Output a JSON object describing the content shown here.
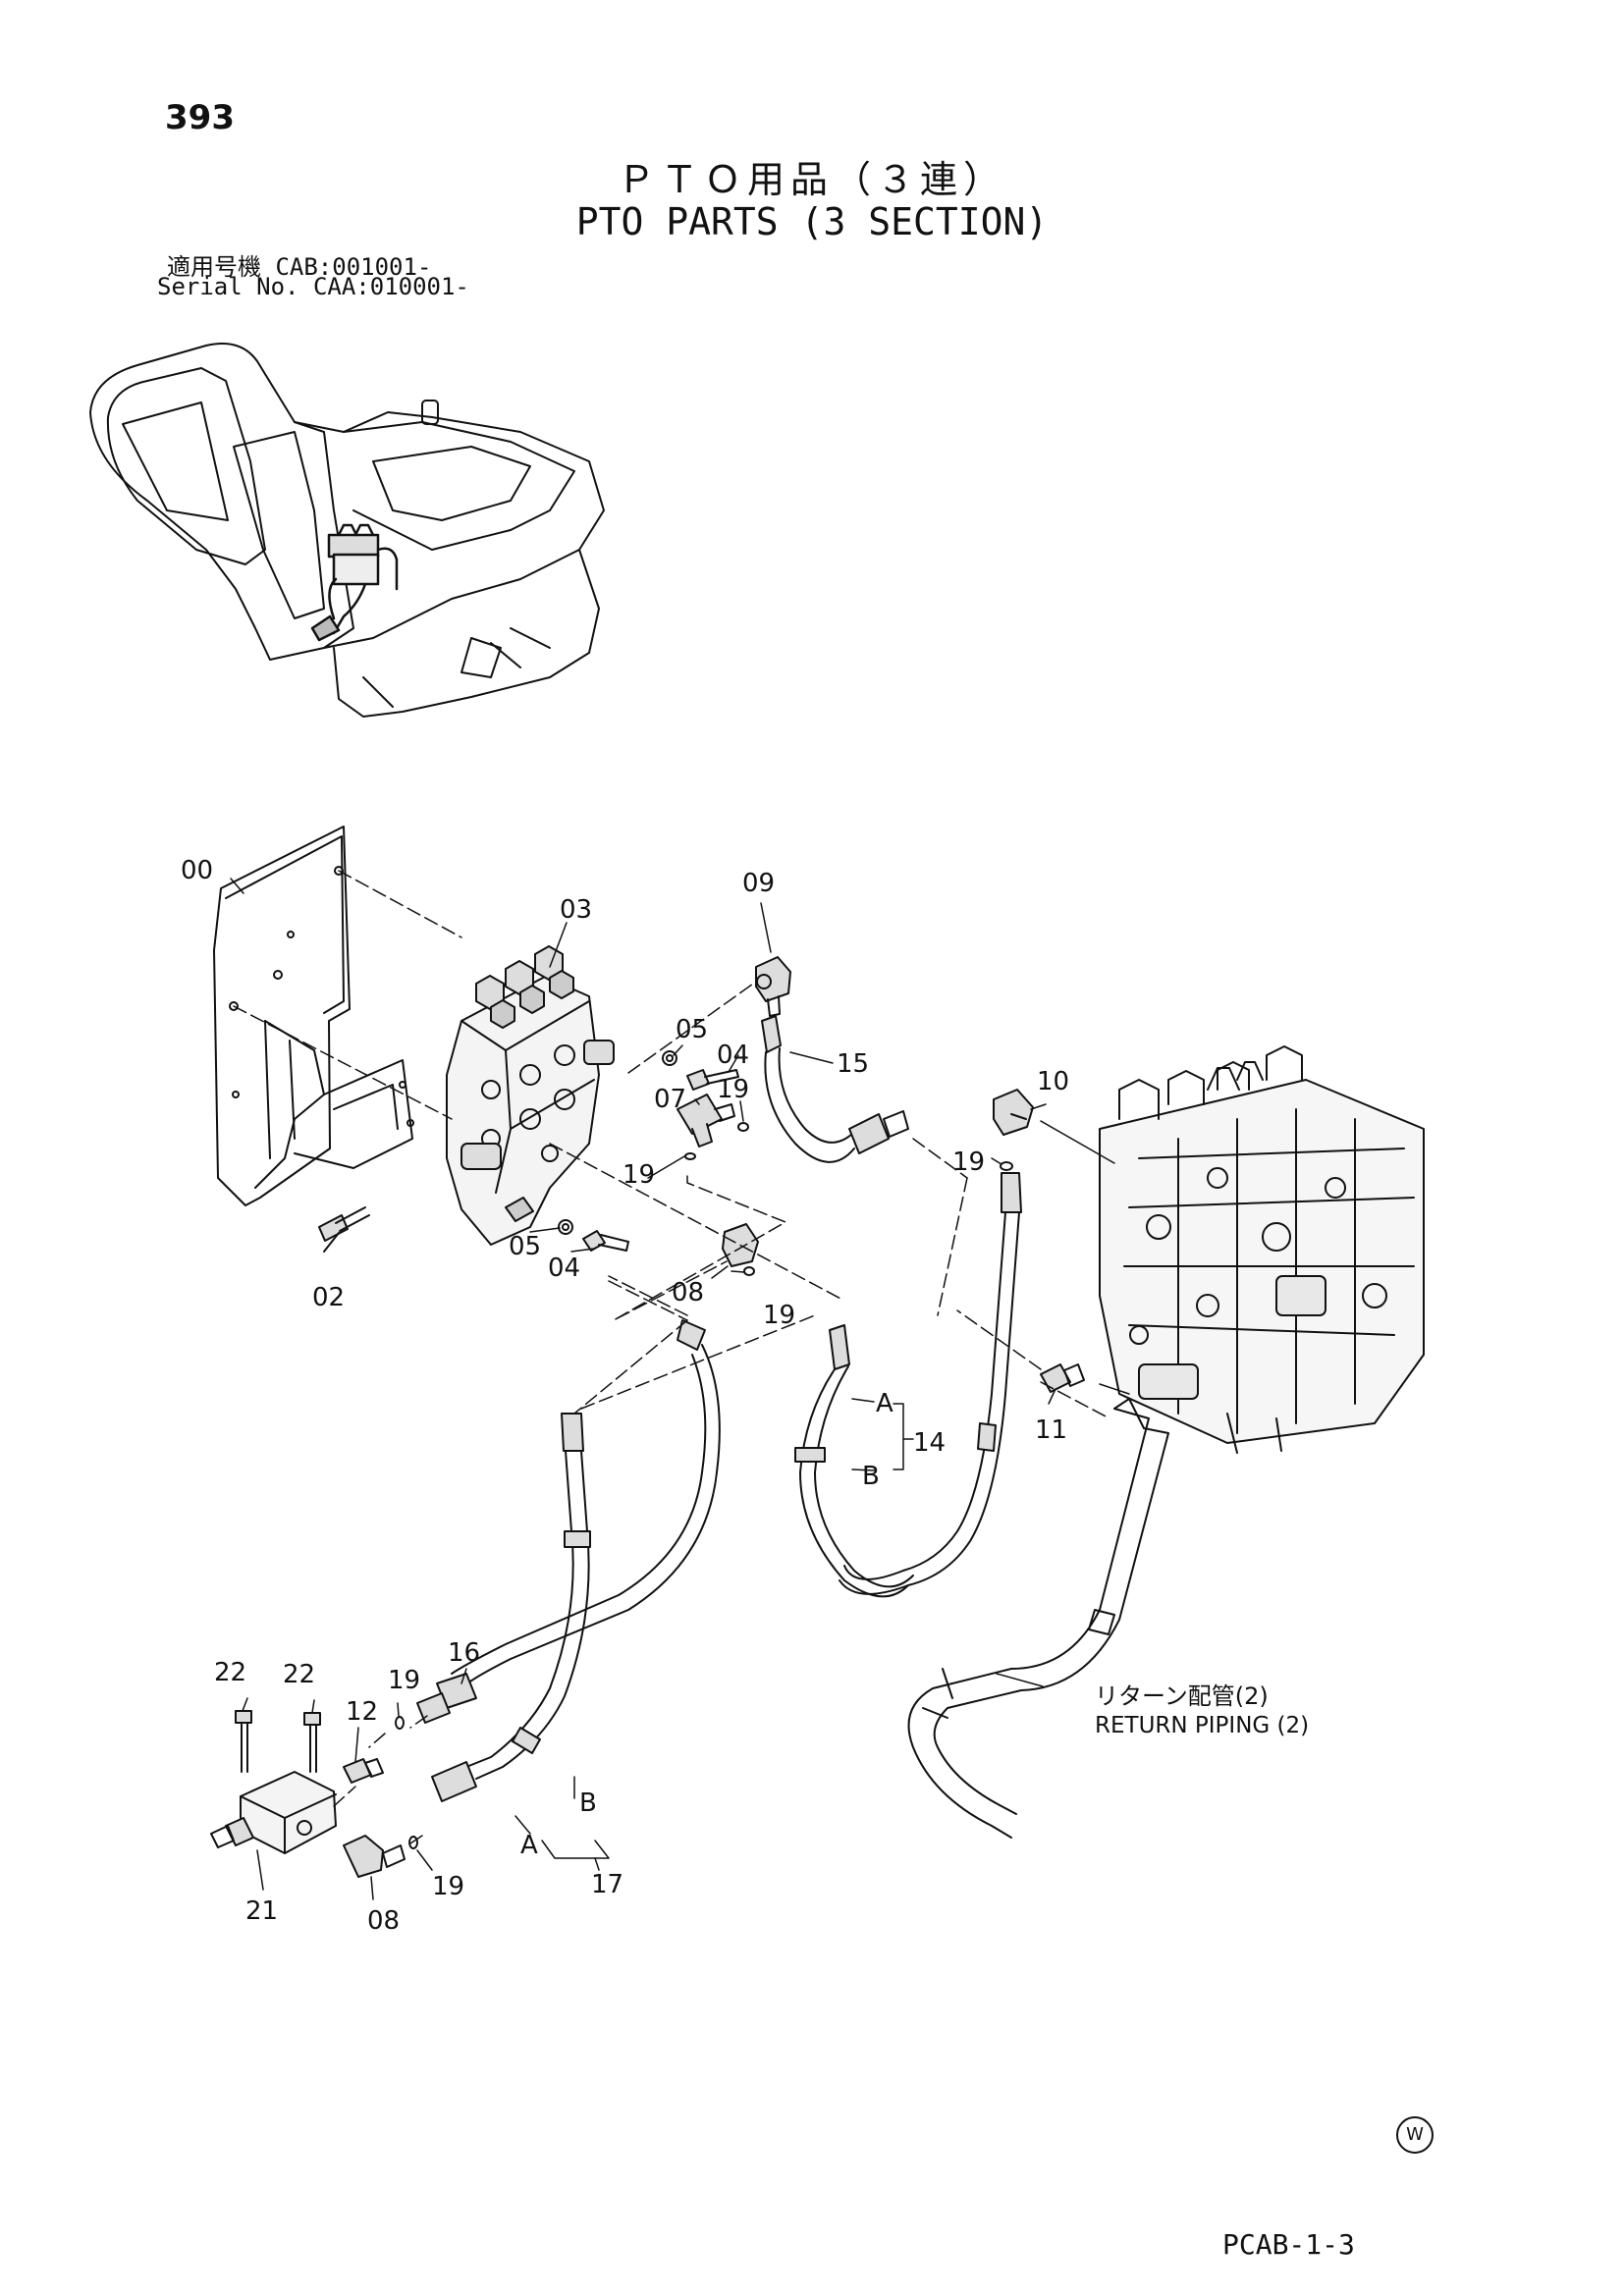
{
  "header": {
    "page_number": "393",
    "title_jp": "ＰＴＯ用品（３連）",
    "title_en": "PTO PARTS (3 SECTION)",
    "serial_jp": "適用号機  CAB:001001-",
    "serial_en": "Serial No. CAA:010001-"
  },
  "callouts": {
    "c00": "00",
    "c02": "02",
    "c03": "03",
    "c04a": "04",
    "c04b": "04",
    "c05a": "05",
    "c05b": "05",
    "c07": "07",
    "c08a": "08",
    "c08b": "08",
    "c09": "09",
    "c10": "10",
    "c11": "11",
    "c12": "12",
    "c14": "14",
    "c15": "15",
    "c16": "16",
    "c17": "17",
    "c19a": "19",
    "c19b": "19",
    "c19c": "19",
    "c19d": "19",
    "c19e": "19",
    "c19f": "19",
    "c21": "21",
    "c22a": "22",
    "c22b": "22",
    "a14": "A",
    "b14": "B",
    "a17": "A",
    "b17": "B"
  },
  "return_piping": {
    "jp": "リターン配管(2)",
    "en": "RETURN PIPING (2)"
  },
  "footer": {
    "page_code": "PCAB-1-3",
    "mark": "W"
  }
}
